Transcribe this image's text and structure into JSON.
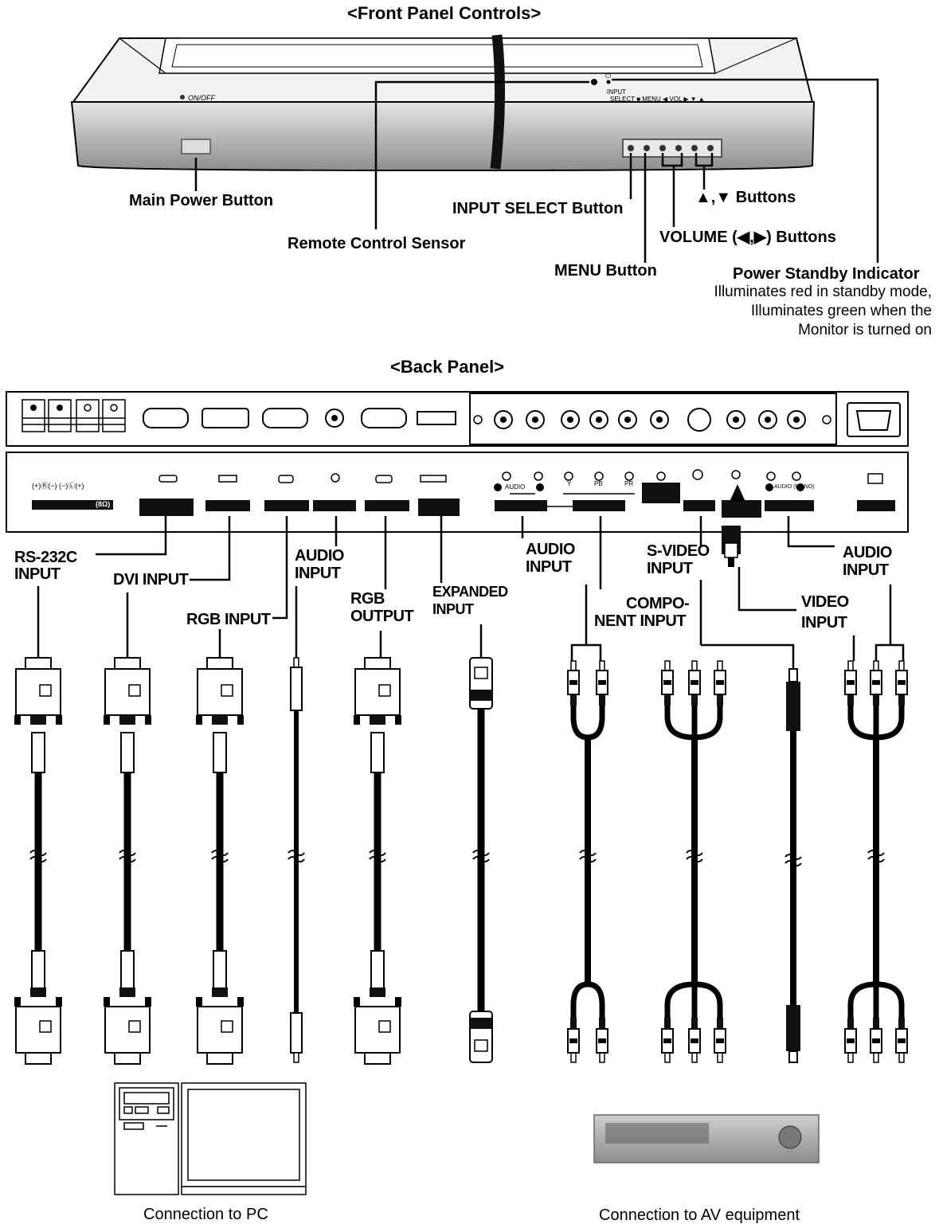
{
  "front_panel": {
    "title": "<Front Panel Controls>",
    "onoff_mark": "ON/OFF",
    "button_strip": {
      "line1": "INPUT",
      "line2": "SELECT ■  MENU  ◀ VOL ▶  ▼   ▲"
    },
    "labels": {
      "main_power": "Main Power Button",
      "remote_sensor": "Remote Control Sensor",
      "input_select": "INPUT SELECT Button",
      "menu": "MENU Button",
      "volume": "VOLUME (◀,▶) Buttons",
      "up_down": "▲,▼ Buttons",
      "standby": "Power Standby Indicator",
      "standby_desc": [
        "Illuminates red in standby mode,",
        "Illuminates green when the",
        "Monitor is turned on"
      ]
    }
  },
  "back_panel": {
    "title": "<Back Panel>",
    "speaker_marks": "(+)Ⓡ(−)     (−)Ⓛ(+)",
    "speaker_ohm": "(8Ω)",
    "audio_mark": "AUDIO",
    "audio_mono_mark": "AUDIO (MONO)",
    "component_marks": [
      "Y",
      "PB",
      "PR"
    ],
    "labels": {
      "rs232c": [
        "RS-232C",
        "INPUT"
      ],
      "dvi": "DVI INPUT",
      "rgb_input": "RGB INPUT",
      "audio_pc": [
        "AUDIO",
        "INPUT"
      ],
      "rgb_output": [
        "RGB",
        "OUTPUT"
      ],
      "expanded": [
        "EXPANDED",
        "INPUT"
      ],
      "audio_av1": [
        "AUDIO",
        "INPUT"
      ],
      "svideo": [
        "S-VIDEO",
        "INPUT"
      ],
      "component": [
        "COMPO-",
        "NENT INPUT"
      ],
      "video": [
        "VIDEO",
        "INPUT"
      ],
      "audio_av2": [
        "AUDIO",
        "INPUT"
      ]
    }
  },
  "captions": {
    "pc": "Connection to PC",
    "av": "Connection to AV equipment"
  }
}
